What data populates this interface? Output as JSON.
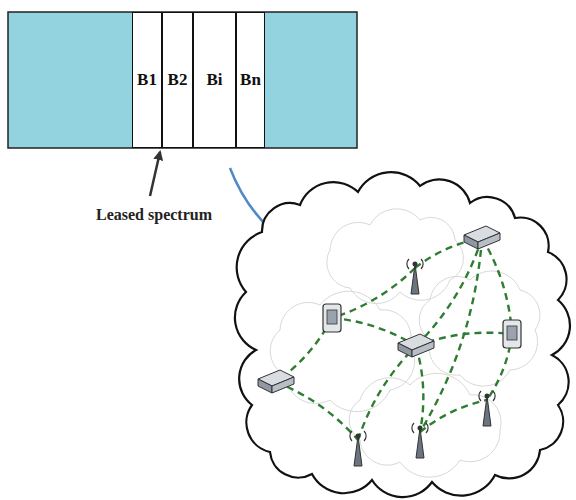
{
  "diagram": {
    "nodes": [
      {
        "text": [
          "B1"
        ]
      },
      {
        "text": [
          "B2"
        ]
      },
      {
        "text": [
          "Bi"
        ]
      },
      {
        "text": [
          "Bn"
        ]
      }
    ],
    "labels": [
      "Leased spectrum"
    ]
  }
}
